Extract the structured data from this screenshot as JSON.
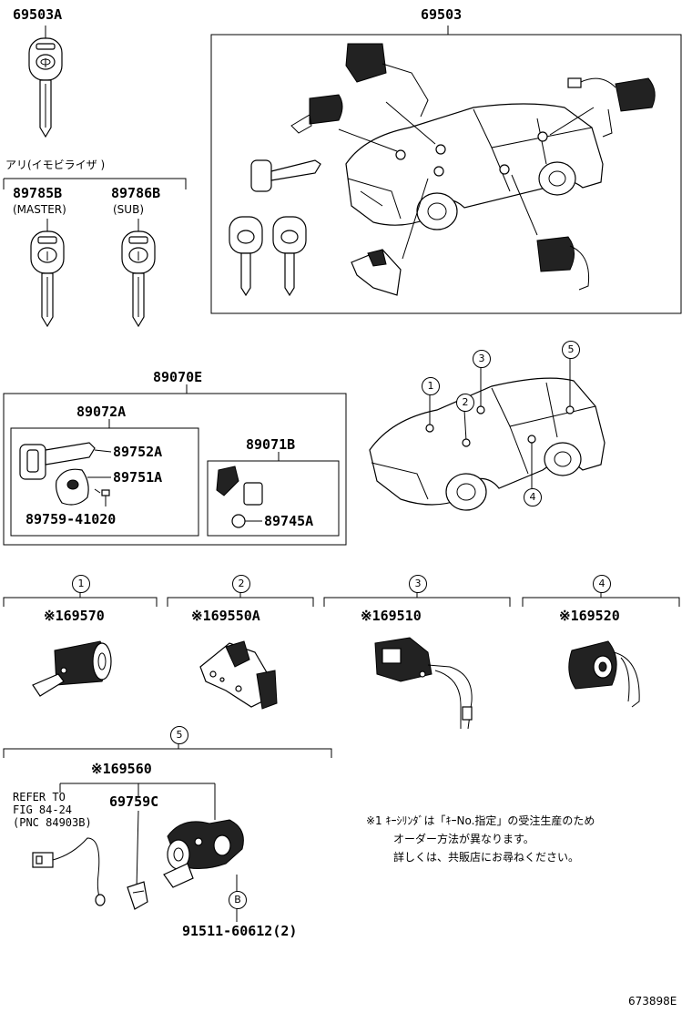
{
  "diagram_id": "673898E",
  "top": {
    "key_part": "69503A",
    "set_part": "69503",
    "immobilizer_label": "アリ(イモビライザ )",
    "master_key": "89785B",
    "master_sub": "(MASTER)",
    "sub_key": "89786B",
    "sub_sub": "(SUB)"
  },
  "kit": {
    "main": "89070E",
    "sub_a": "89072A",
    "sub_b": "89071B",
    "p1": "89752A",
    "p2": "89751A",
    "p3": "89759-41020",
    "p4": "89745A"
  },
  "callouts": [
    "1",
    "2",
    "3",
    "4",
    "5"
  ],
  "sections": [
    {
      "num": "1",
      "part": "※169570"
    },
    {
      "num": "2",
      "part": "※169550A"
    },
    {
      "num": "3",
      "part": "※169510"
    },
    {
      "num": "4",
      "part": "※169520"
    },
    {
      "num": "5",
      "part": "※169560"
    }
  ],
  "sec5": {
    "refer_line1": "REFER TO",
    "refer_line2": "FIG 84-24",
    "refer_line3": "(PNC 84903B)",
    "p1": "69759C",
    "bolt_tag": "B",
    "bolt": "91511-60612(2)"
  },
  "note": {
    "line1": "※1 ｷｰｼﾘﾝﾀﾞは「ｷｰNo.指定」の受注生産のため",
    "line2": "オーダー方法が異なります。",
    "line3": "詳しくは、共販店にお尋ねください。"
  }
}
